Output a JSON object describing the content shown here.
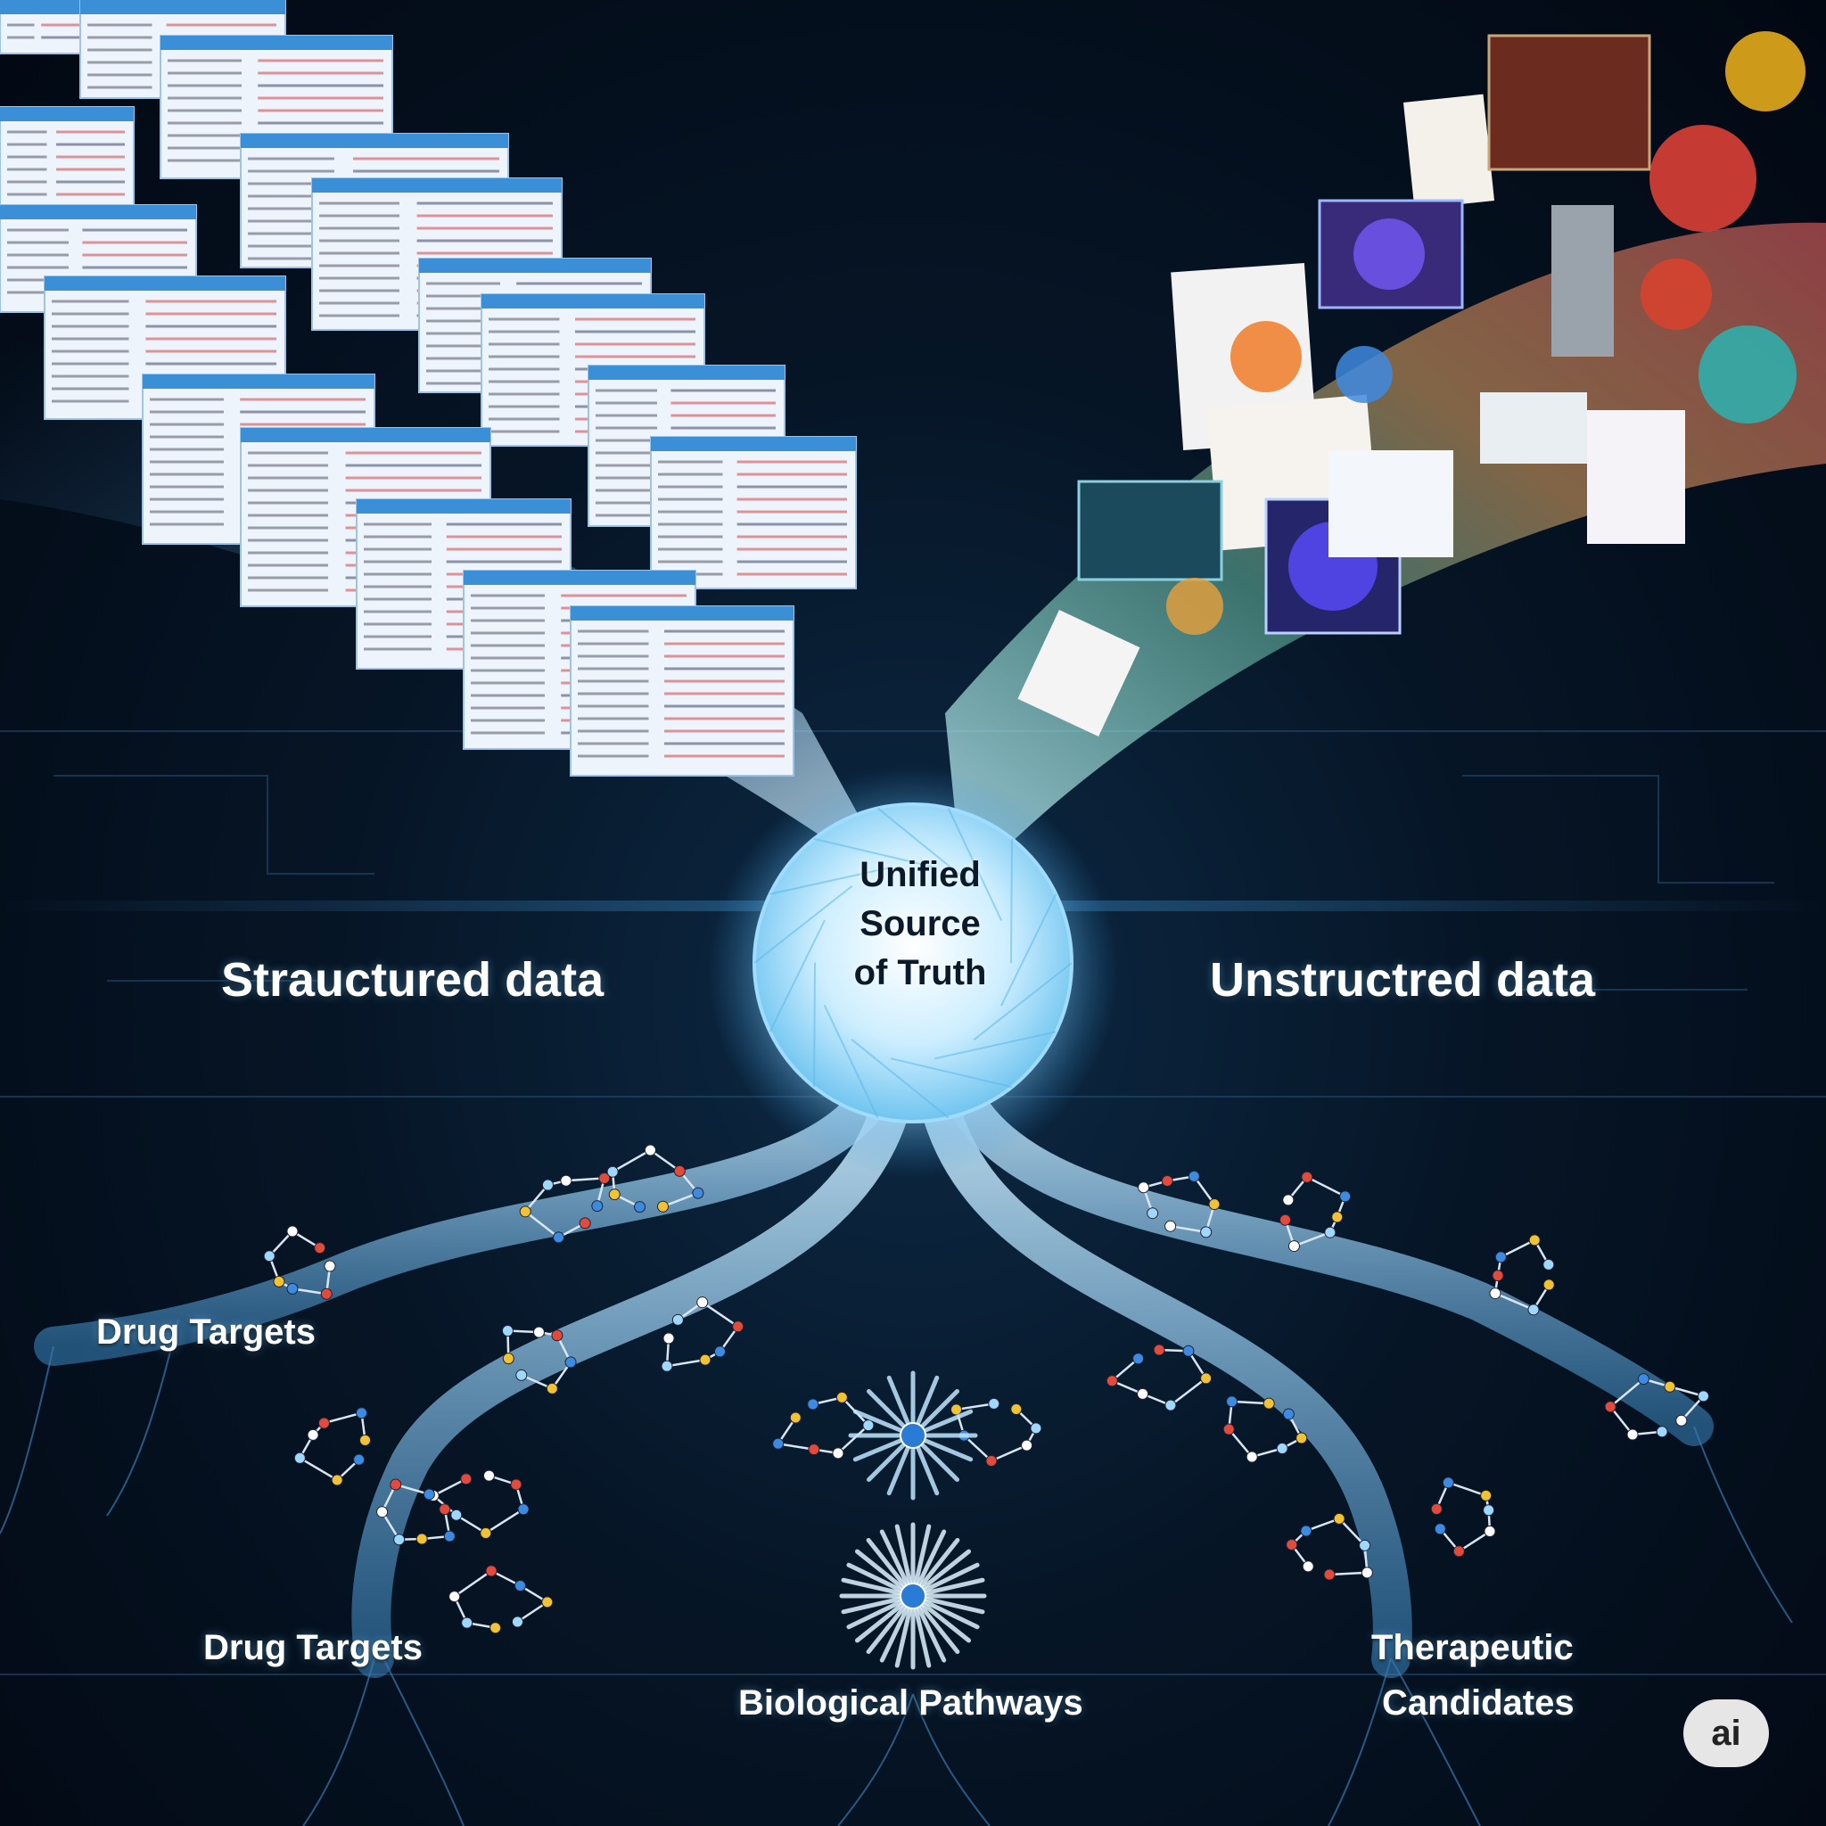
{
  "hub": {
    "lines": [
      "Unified",
      "Source",
      "of Truth"
    ]
  },
  "labels": {
    "structured": "Strauctured data",
    "unstructured": "Unstructred data",
    "drug_targets_1": "Drug Targets",
    "drug_targets_2": "Drug Targets",
    "biological_pathways": "Biological Pathways",
    "therapeutic_line1": "Therapeutic",
    "therapeutic_line2": "Candidates"
  },
  "badge": "ai",
  "colors": {
    "background": "#061526",
    "glow": "#7fd4ff",
    "branch": "#5aa9dd",
    "window_header": "#3a8fd6",
    "window_body": "#eef4fb"
  }
}
